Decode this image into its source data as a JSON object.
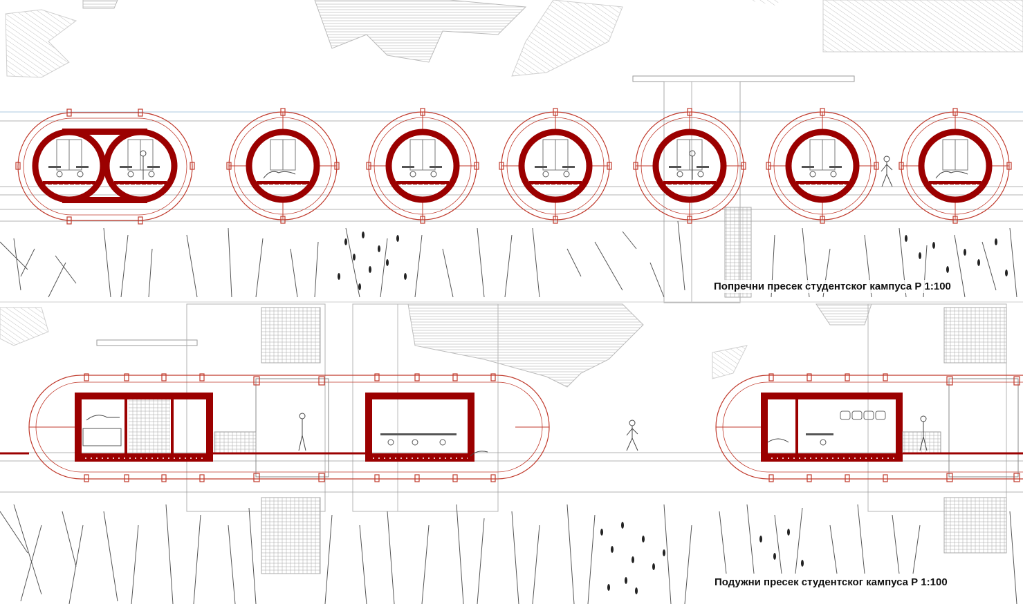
{
  "sections": {
    "cross_section_title": "Попречни пресек студентског кампуса  Р 1:100",
    "longitudinal_section_title": "Подужни пресек студентског кампуса  Р 1:100"
  },
  "colors": {
    "structure_red": "#9b0000",
    "outline_red": "#c0392b",
    "line_gray": "#9a9a9a",
    "hatch_gray": "#bdbdbd",
    "ink": "#1a1a1a",
    "background": "#ffffff"
  },
  "cross_section": {
    "capsule_count": 7,
    "first_capsule_type": "double-pod",
    "pod_interiors": [
      "study-and-bed",
      "lounge",
      "study",
      "study",
      "study-with-person",
      "study",
      "lounge"
    ]
  },
  "longitudinal_section": {
    "capsule_count": 2,
    "modules": [
      "bedroom-bathroom",
      "corridor",
      "study-lab",
      "study-wardrobe"
    ]
  }
}
